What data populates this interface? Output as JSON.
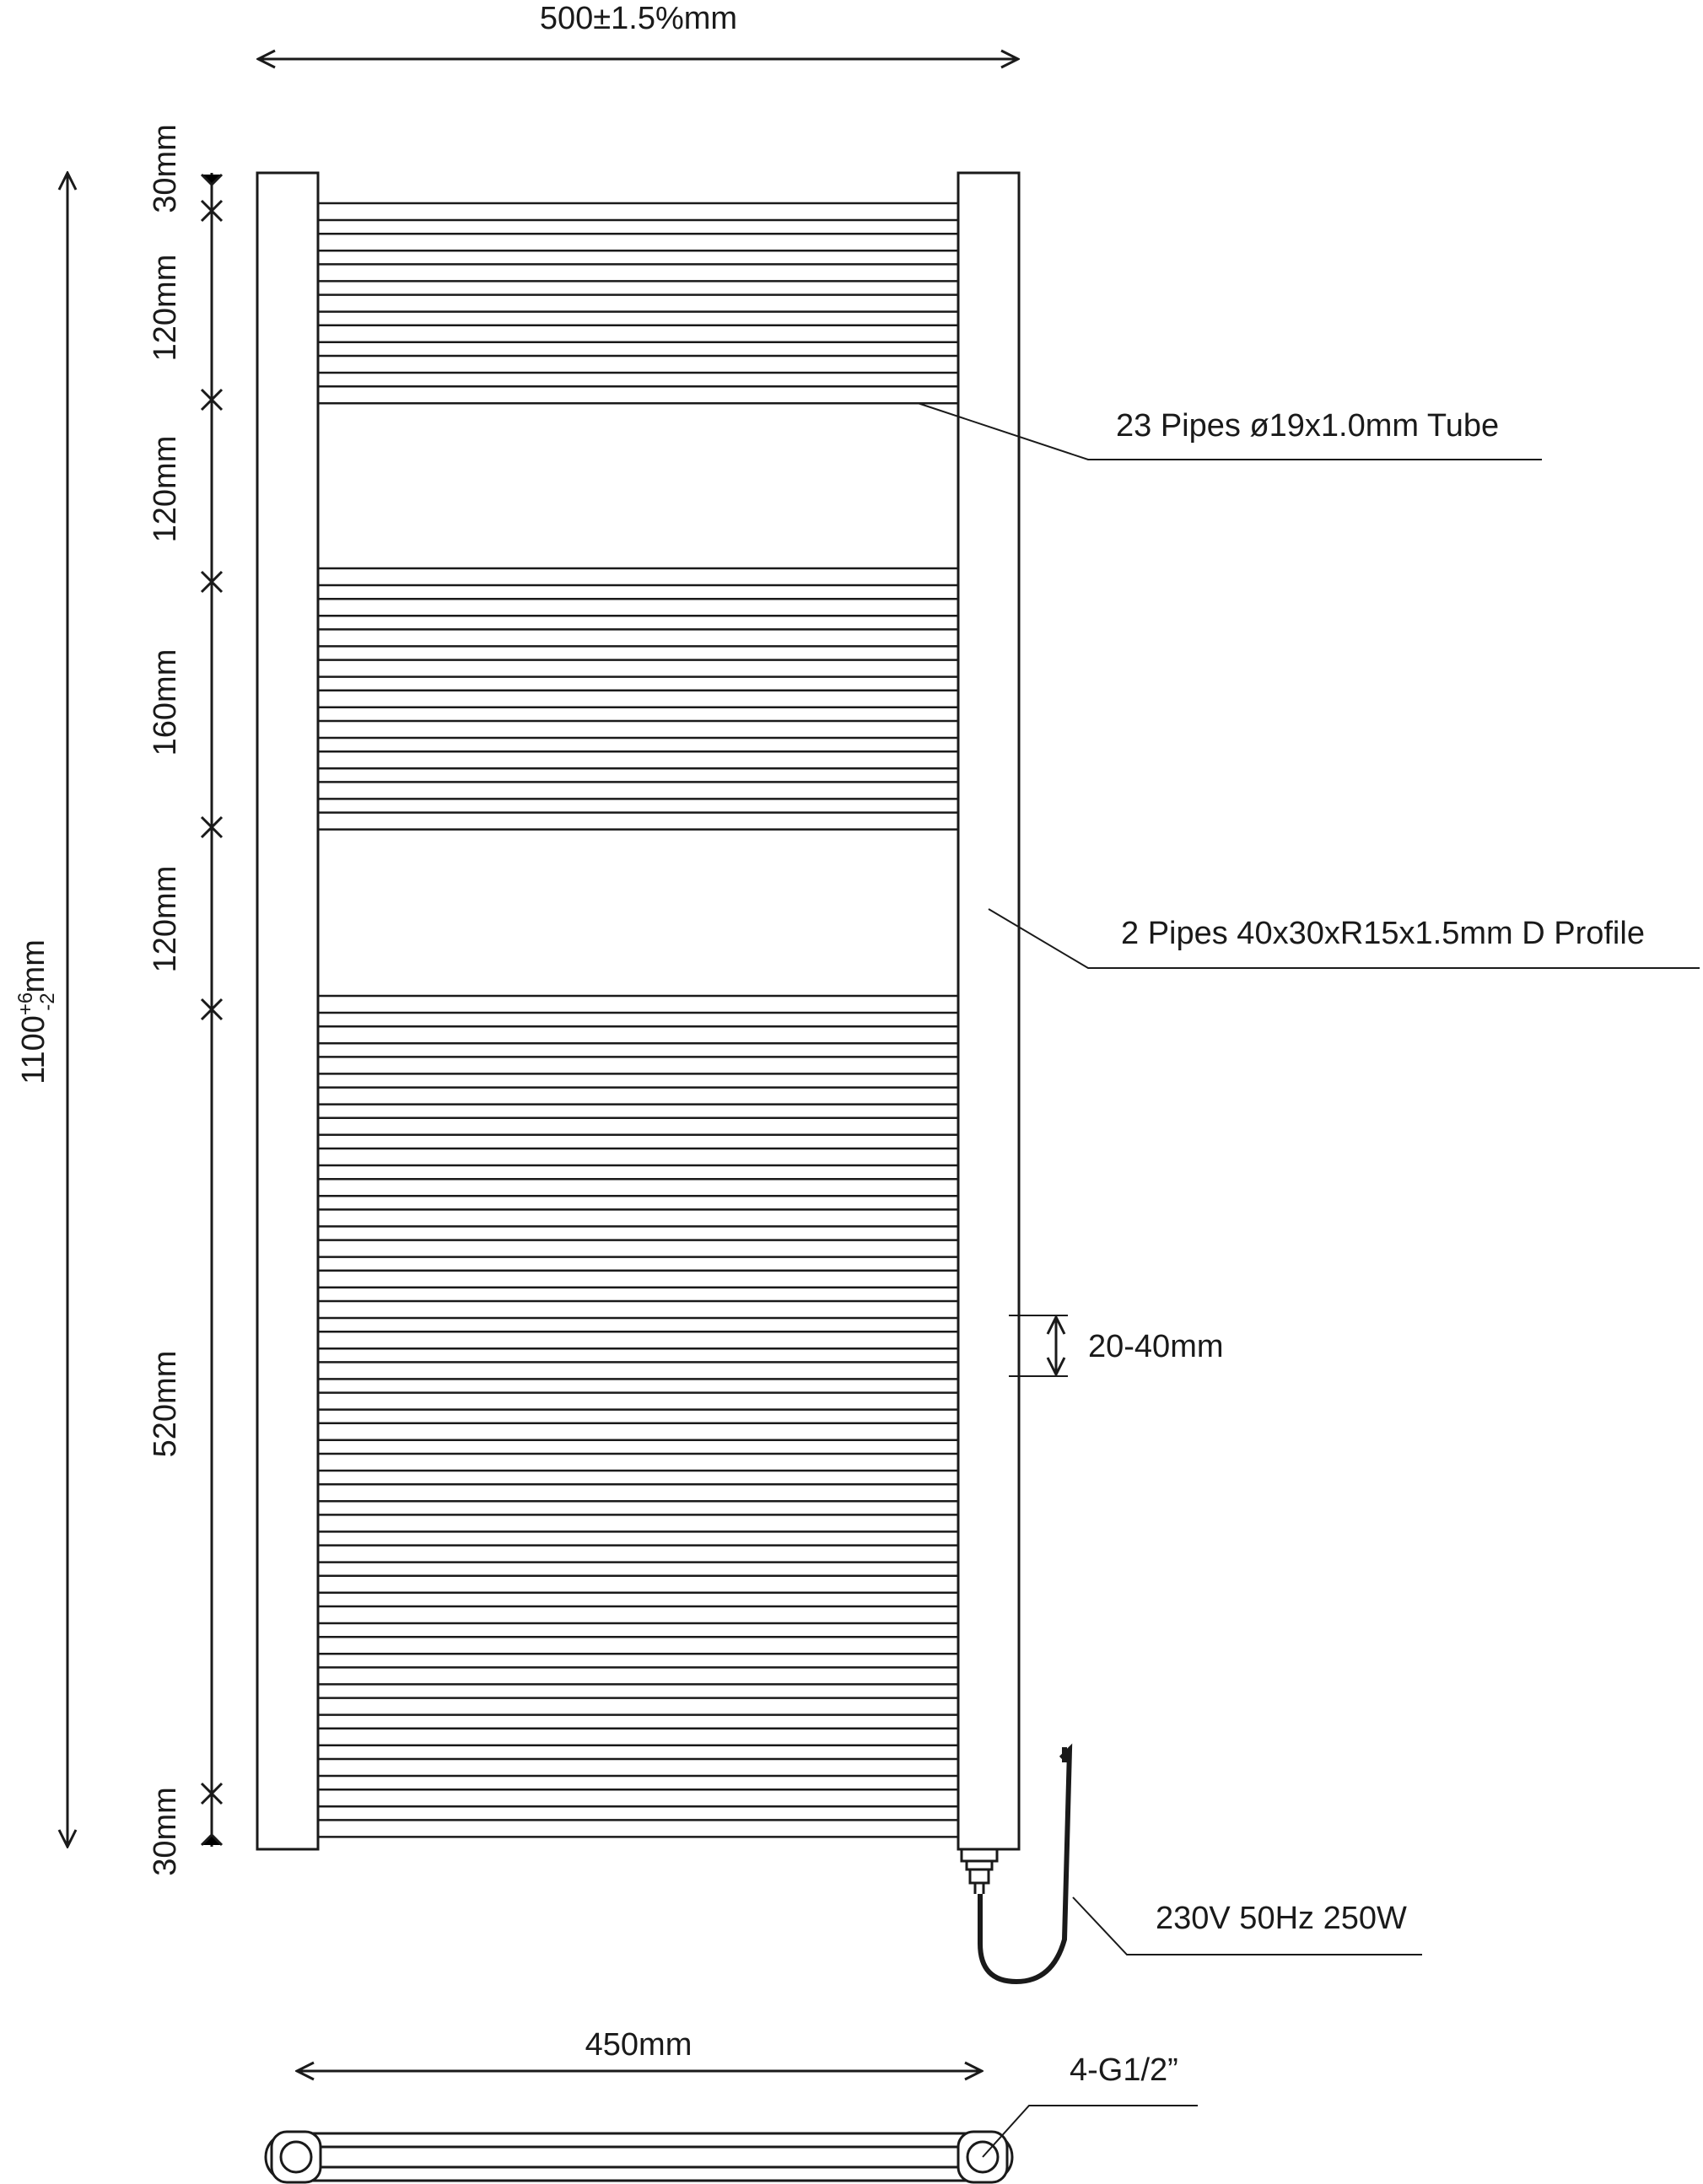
{
  "overall": {
    "width_label": "500±1.5%mm",
    "height_label_base": "1100",
    "height_label_tol_upper": "+6",
    "height_label_tol_lower": "-2",
    "height_label_unit": "mm"
  },
  "vertical_dimensions": [
    {
      "label": "30mm"
    },
    {
      "label": "120mm"
    },
    {
      "label": "120mm"
    },
    {
      "label": "160mm"
    },
    {
      "label": "120mm"
    },
    {
      "label": "520mm"
    },
    {
      "label": "30mm"
    }
  ],
  "callouts": {
    "tube": "23 Pipes ø19x1.0mm Tube",
    "profile": "2 Pipes 40x30xR15x1.5mm D Profile",
    "gap": "20-40mm",
    "power": "230V 50Hz 250W"
  },
  "bottom_view": {
    "center_distance_label": "450mm",
    "connection_label": "4-G1/2”"
  },
  "pipe_groups": [
    {
      "count": 7
    },
    {
      "count": 9
    },
    {
      "count": 28
    }
  ]
}
